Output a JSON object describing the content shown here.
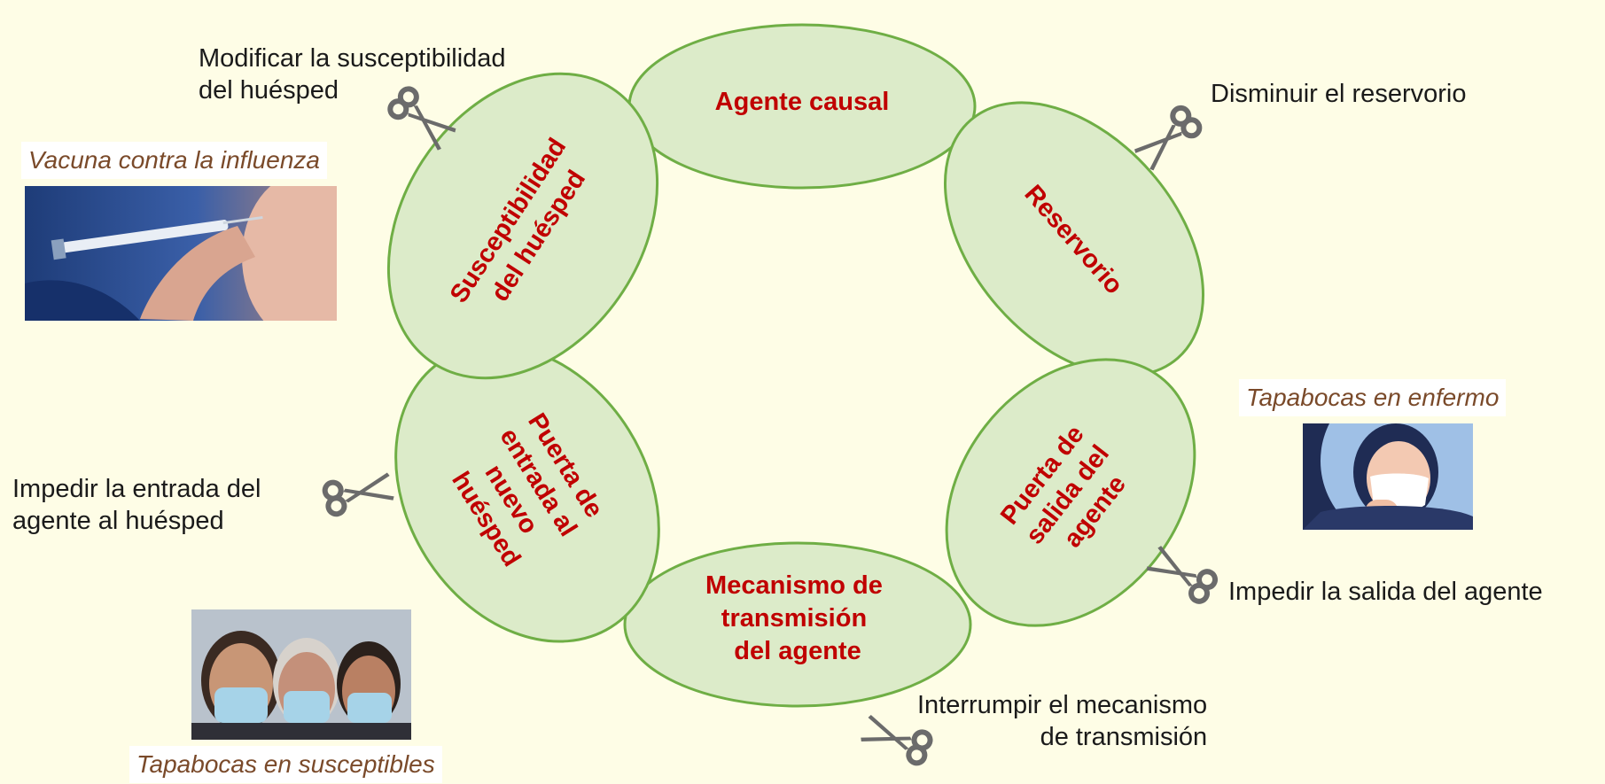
{
  "nodes": {
    "agente_causal": [
      "Agente causal"
    ],
    "reservorio": [
      "Reservorio"
    ],
    "puerta_salida": [
      "Puerta de",
      "salida del",
      "agente"
    ],
    "mecanismo": [
      "Mecanismo de",
      "transmisión",
      "del agente"
    ],
    "puerta_entrada": [
      "Puerta de",
      "entrada al",
      "nuevo",
      "huésped"
    ],
    "susceptibilidad": [
      "Susceptibilidad",
      "del huésped"
    ]
  },
  "actions": {
    "modificar": [
      "Modificar la susceptibilidad",
      "del huésped"
    ],
    "disminuir": [
      "Disminuir el reservorio"
    ],
    "impedir_entrada": [
      "Impedir la entrada del",
      "agente al huésped"
    ],
    "impedir_salida": [
      "Impedir la salida del agente"
    ],
    "interrumpir": [
      "Interrumpir el mecanismo",
      "de transmisión"
    ]
  },
  "captions": {
    "vacuna": "Vacuna contra la influenza",
    "tapabocas_enfermo": "Tapabocas en enfermo",
    "tapabocas_susceptibles": "Tapabocas en susceptibles"
  },
  "colors": {
    "background": "#fefde6",
    "node_fill": "#dcebc9",
    "node_stroke": "#6fae45",
    "node_text": "#c00000",
    "caption_text": "#7a4a2a",
    "scissors": "#6b6b6b"
  },
  "icons": [
    "scissors-icon",
    "syringe-photo",
    "mask-patient-photo",
    "masked-people-photo"
  ]
}
